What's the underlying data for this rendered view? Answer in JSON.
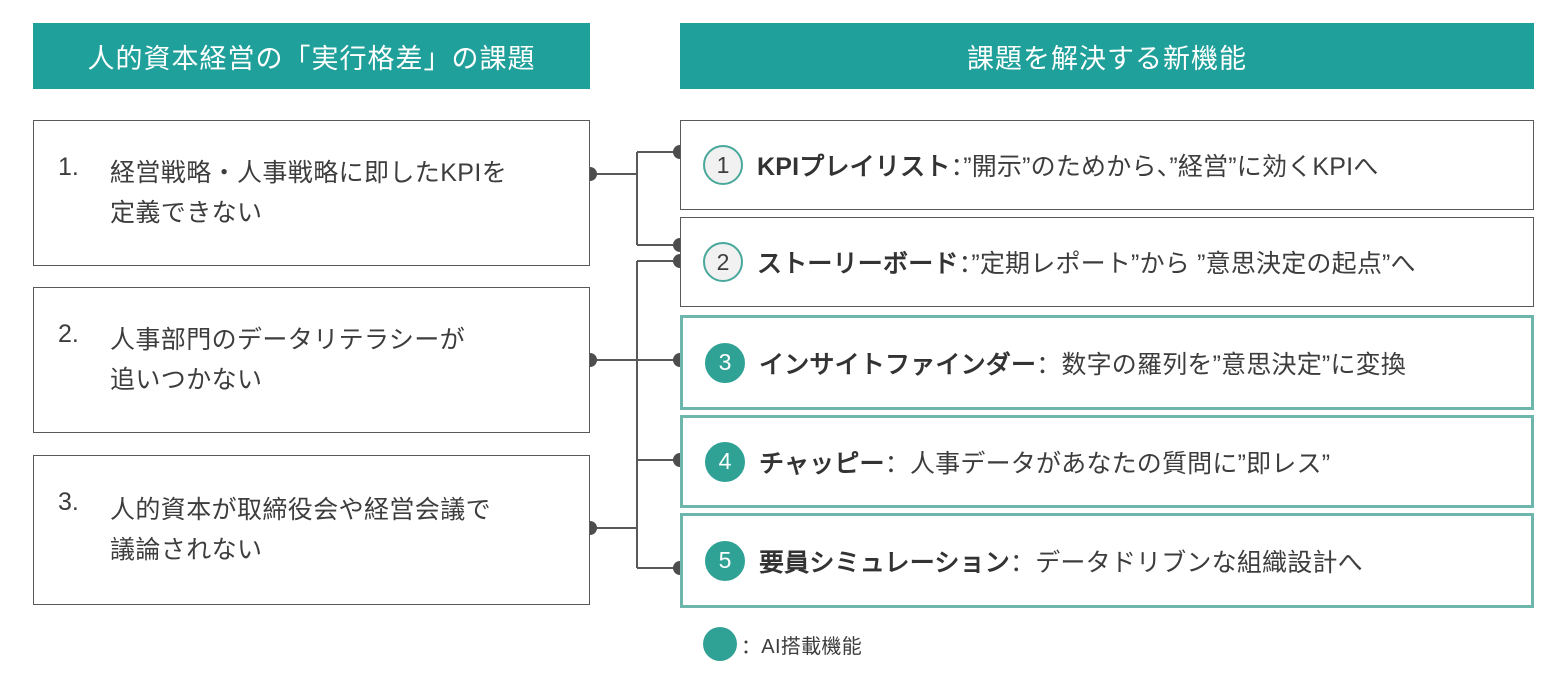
{
  "headers": {
    "left": "人的資本経営の「実行格差」の課題",
    "right": "課題を解決する新機能"
  },
  "colors": {
    "header_teal": "#20a09a",
    "ai_border": "#6cb6ab",
    "ai_badge": "#2fa295",
    "plain_border": "#595959",
    "text": "#3d3d3d",
    "connector": "#595959"
  },
  "issues": [
    {
      "num": "1.",
      "text": "経営戦略・人事戦略に即したKPIを\n定義できない"
    },
    {
      "num": "2.",
      "text": "人事部門のデータリテラシーが\n追いつかない"
    },
    {
      "num": "3.",
      "text": "人的資本が取締役会や経営会議で\n議論されない"
    }
  ],
  "features": [
    {
      "num": "1",
      "title": "KPIプレイリスト",
      "sep": "：",
      "desc": "”開示”のためから、”経営”に効くKPIへ",
      "ai": false
    },
    {
      "num": "2",
      "title": "ストーリーボード",
      "sep": "：",
      "desc": "”定期レポート”から ”意思決定の起点”へ",
      "ai": false
    },
    {
      "num": "3",
      "title": "インサイトファインダー",
      "sep": "：",
      "desc": "数字の羅列を”意思決定”に変換",
      "ai": true
    },
    {
      "num": "4",
      "title": "チャッピー",
      "sep": "：",
      "desc": "人事データがあなたの質問に”即レス”",
      "ai": true
    },
    {
      "num": "5",
      "title": "要員シミュレーション",
      "sep": "：",
      "desc": "データドリブンな組織設計へ",
      "ai": true
    }
  ],
  "legend": {
    "marker": "ai-filled-circle",
    "label": "：AI搭載機能"
  }
}
